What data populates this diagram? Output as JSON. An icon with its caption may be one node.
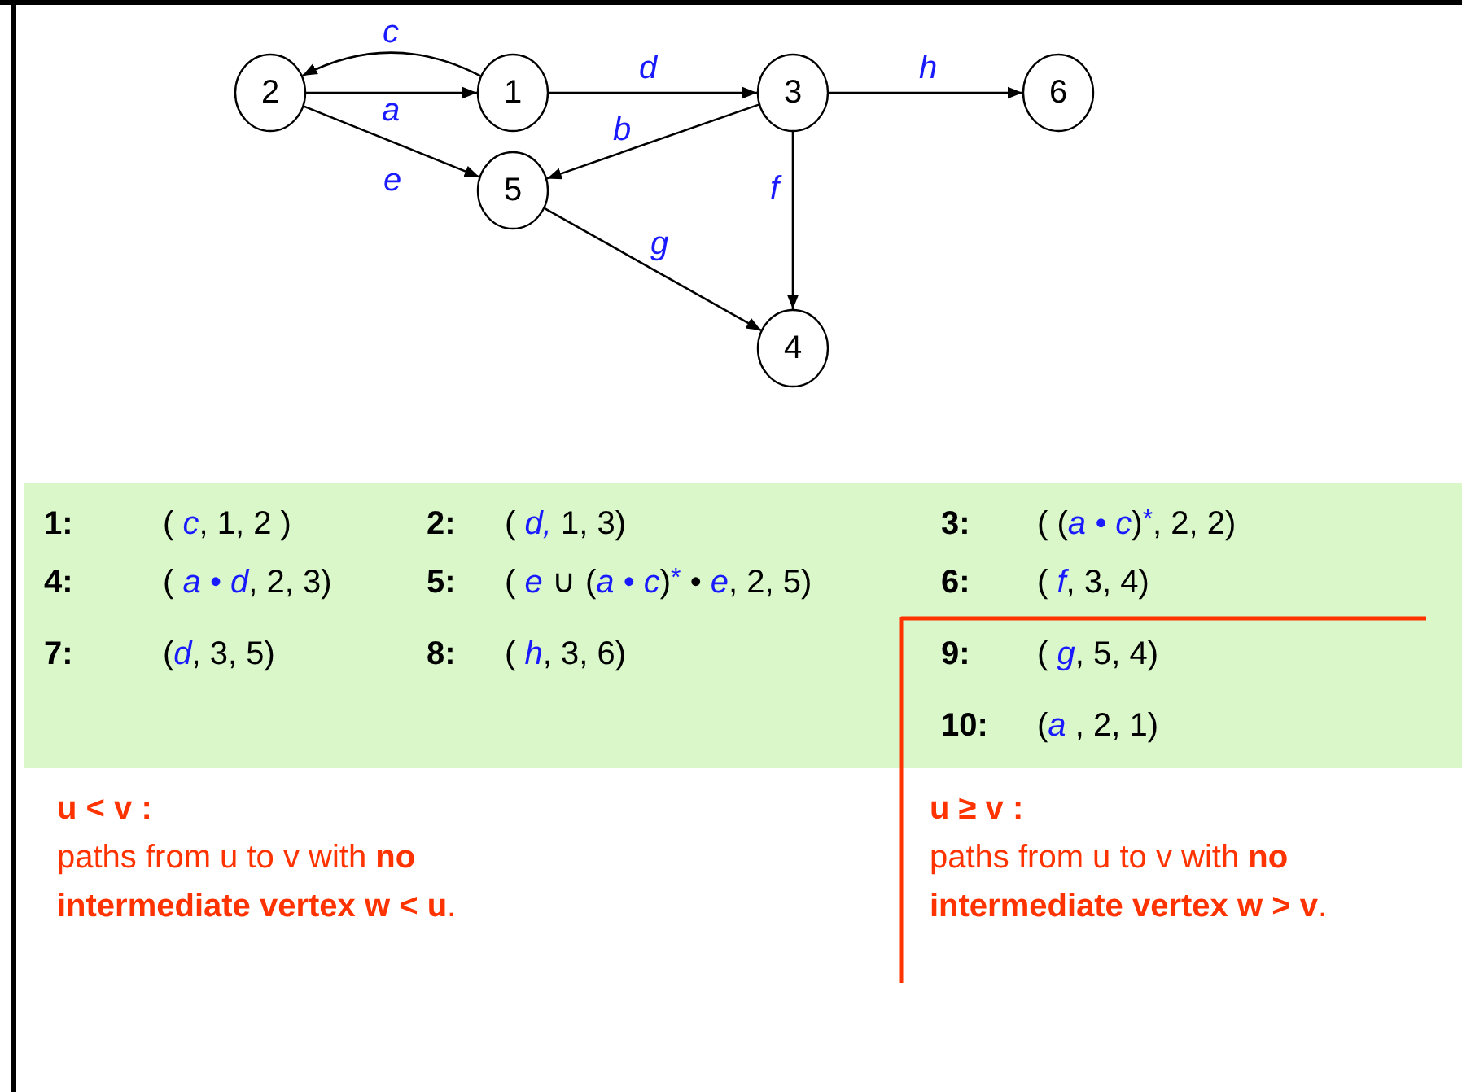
{
  "diagram": {
    "nodes": [
      {
        "text": [
          "2"
        ]
      },
      {
        "text": [
          "1"
        ]
      },
      {
        "text": [
          "3"
        ]
      },
      {
        "text": [
          "6"
        ]
      },
      {
        "text": [
          "5"
        ]
      },
      {
        "text": [
          "4"
        ]
      }
    ],
    "edges": [
      {
        "from": 1,
        "to": 0,
        "arrow": "to",
        "label": "c"
      },
      {
        "from": 0,
        "to": 1,
        "arrow": "to",
        "label": "a"
      },
      {
        "from": 1,
        "to": 2,
        "arrow": "to",
        "label": "d"
      },
      {
        "from": 2,
        "to": 3,
        "arrow": "to",
        "label": "h"
      },
      {
        "from": 2,
        "to": 4,
        "arrow": "to",
        "label": "b"
      },
      {
        "from": 0,
        "to": 4,
        "arrow": "to",
        "label": "e"
      },
      {
        "from": 2,
        "to": 5,
        "arrow": "to",
        "label": "f"
      },
      {
        "from": 4,
        "to": 5,
        "arrow": "to",
        "label": "g"
      }
    ],
    "labels": [
      "1:",
      "( *c*, 1, 2 )",
      "2:",
      "( *d,* 1, 3)",
      "3:",
      "( (*a • c*)$^{*}$, 2, 2)",
      "4:",
      "( *a • d*, 2, 3)",
      "5:",
      "( *e* ∪  (*a • c*)$^{*}$ • *e*, 2, 5)",
      "6:",
      "( *f*, 3, 4)",
      "7:",
      "(*d*, 3, 5)",
      "8:",
      "( *h*, 3, 6)",
      "9:",
      "( *g*, 5, 4)",
      "10:",
      "(*a* , 2, 1)",
      "u < v :",
      "paths from u to v with **no intermediate vertex w < u**.",
      "u ≥ v :",
      "paths from u to v with **no intermediate vertex w > v**."
    ]
  }
}
